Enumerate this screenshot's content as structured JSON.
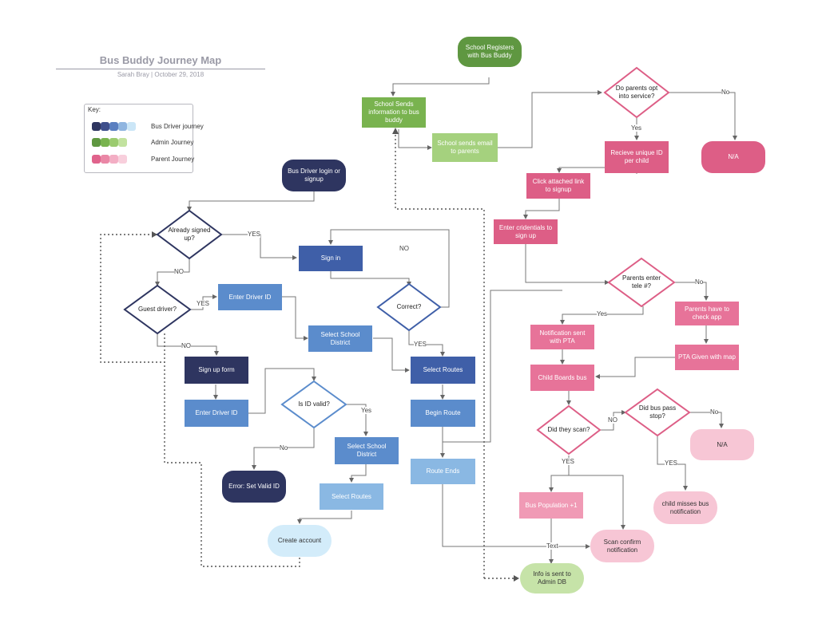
{
  "header": {
    "title": "Bus Buddy Journey Map",
    "subtitle": "Sarah Bray  |  October 29, 2018"
  },
  "key": {
    "title": "Key:",
    "items": [
      {
        "label": "Bus Driver journey",
        "colors": [
          "#2e3560",
          "#3f4f8c",
          "#5a7fc0",
          "#8fb5e0",
          "#cbe6f7"
        ]
      },
      {
        "label": "Admin Journey",
        "colors": [
          "#5f9741",
          "#79b34f",
          "#9bcb6f",
          "#c2e29f"
        ]
      },
      {
        "label": "Parent Journey",
        "colors": [
          "#e0638c",
          "#ea87a6",
          "#f3aec4",
          "#f8cfdc"
        ]
      }
    ]
  },
  "colors": {
    "driver_dark": "#2e3560",
    "driver_mid": "#3f5fa8",
    "driver_light": "#5b8ccc",
    "driver_pale": "#8ab8e3",
    "driver_ice": "#d3ecfa",
    "admin_dark": "#5f9741",
    "admin_mid": "#79b34f",
    "admin_light": "#a5d17e",
    "admin_pale": "#c6e3a8",
    "parent_dark": "#dd5e86",
    "parent_mid": "#e77399",
    "parent_light": "#f09ab5",
    "parent_pale": "#f7c6d5"
  },
  "admin": {
    "school_registers": "School Registers with Bus Buddy",
    "school_sends_info": "School Sends information to bus buddy",
    "school_sends_email": "School sends email to parents",
    "info_sent_admin": "Info is sent to Admin DB"
  },
  "driver": {
    "login": "Bus Driver login or signup",
    "already_signed": "Already signed up?",
    "sign_in": "Sign in",
    "guest_driver": "Guest driver?",
    "enter_driver_id_1": "Enter Driver ID",
    "correct": "Correct?",
    "select_school_district_1": "Select School District",
    "sign_up_form": "Sign up form",
    "select_routes_1": "Select Routes",
    "id_valid": "Is ID valid?",
    "enter_driver_id_2": "Enter Driver ID",
    "begin_route": "Begin Route",
    "select_school_district_2": "Select School District",
    "route_ends": "Route Ends",
    "error": "Error: Set Valid ID",
    "select_routes_2": "Select Routes",
    "create_account": "Create account"
  },
  "parent": {
    "opt_in": "Do parents opt into service?",
    "na_1": "N/A",
    "unique_id": "Recieve unique ID per child",
    "click_link": "Click attached link to signup",
    "credentials": "Enter cridentials to sign up",
    "enter_tele": "Parents enter tele #?",
    "check_app": "Parents have to check app",
    "notification_pta": "Notification sent with PTA",
    "pta_map": "PTA Given with map",
    "child_boards": "Child Boards bus",
    "did_scan": "Did they scan?",
    "did_pass_stop": "Did bus pass stop?",
    "na_2": "N/A",
    "bus_population": "Bus Population +1",
    "child_misses": "child misses bus notification",
    "scan_confirm": "Scan confirm notification"
  },
  "edge_labels": {
    "yes_signed": "YES",
    "no_signed": "NO",
    "no_correct": "NO",
    "yes_guest": "YES",
    "no_guest": "NO",
    "yes_correct": "YES",
    "yes_valid": "Yes",
    "no_valid": "No",
    "no_opt": "No",
    "yes_opt": "Yes",
    "no_tele": "No",
    "yes_tele": "Yes",
    "no_scan": "NO",
    "yes_scan": "YES",
    "no_pass": "No",
    "yes_pass": "YES",
    "text": "Text"
  }
}
